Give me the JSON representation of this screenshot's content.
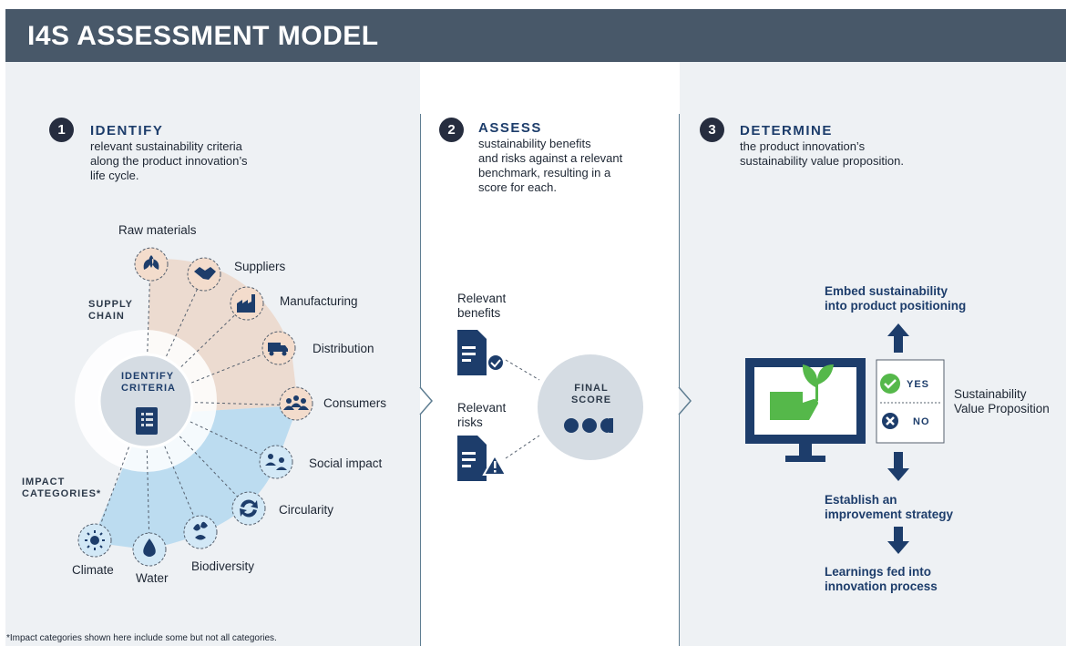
{
  "header": {
    "title": "I4S ASSESSMENT MODEL"
  },
  "steps": [
    {
      "num": "1",
      "title": "IDENTIFY",
      "desc": [
        "relevant sustainability criteria",
        "along the product innovation’s",
        "life cycle."
      ]
    },
    {
      "num": "2",
      "title": "ASSESS",
      "desc": [
        "sustainability benefits",
        "and risks against a relevant",
        "benchmark, resulting in a",
        "score for each."
      ]
    },
    {
      "num": "3",
      "title": "DETERMINE",
      "desc": [
        "the product innovation’s",
        "sustainability value proposition."
      ]
    }
  ],
  "identify": {
    "center": [
      "IDENTIFY",
      "CRITERIA"
    ],
    "supply_chain_label": [
      "SUPPLY",
      "CHAIN"
    ],
    "impact_label": [
      "IMPACT",
      "CATEGORIES*"
    ],
    "supply_items": [
      "Raw materials",
      "Suppliers",
      "Manufacturing",
      "Distribution",
      "Consumers"
    ],
    "impact_items": [
      "Social impact",
      "Circularity",
      "Biodiversity",
      "Water",
      "Climate"
    ]
  },
  "assess": {
    "benefits": [
      "Relevant",
      "benefits"
    ],
    "risks": [
      "Relevant",
      "risks"
    ],
    "score": [
      "FINAL",
      "SCORE"
    ]
  },
  "determine": {
    "top": [
      "Embed sustainability",
      "into product positioning"
    ],
    "yes": "YES",
    "no": "NO",
    "svp": [
      "Sustainability",
      "Value Proposition"
    ],
    "mid": [
      "Establish an",
      "improvement strategy"
    ],
    "bottom": [
      "Learnings fed into",
      "innovation process"
    ]
  },
  "footnote": "*Impact categories shown here include some but not all categories.",
  "colors": {
    "header": "#485869",
    "navy": "#1d3d6b",
    "supply_fill": "#ecdbd0",
    "impact_fill": "#bcdcf0",
    "green": "#55b84a"
  }
}
